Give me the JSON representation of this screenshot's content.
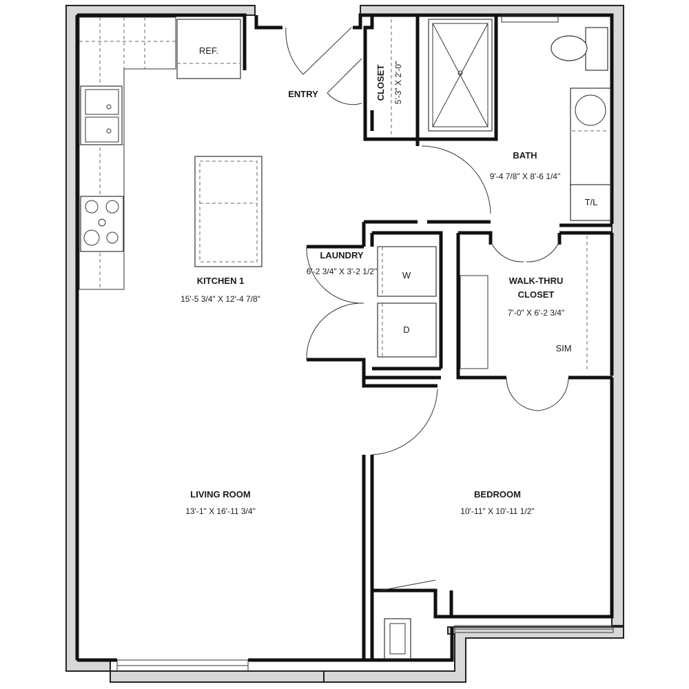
{
  "rooms": {
    "kitchen": {
      "name": "KITCHEN 1",
      "dims": "15'-5 3/4\" X 12'-4 7/8\""
    },
    "living": {
      "name": "LIVING ROOM",
      "dims": "13'-1\" X 16'-11 3/4\""
    },
    "bedroom": {
      "name": "BEDROOM",
      "dims": "10'-11\" X 10'-11 1/2\""
    },
    "bath": {
      "name": "BATH",
      "dims": "9'-4 7/8\" X 8'-6 1/4\""
    },
    "laundry": {
      "name": "LAUNDRY",
      "dims": "6'-2 3/4\" X 3'-2 1/2\""
    },
    "walkthru": {
      "name_line1": "WALK-THRU",
      "name_line2": "CLOSET",
      "dims": "7'-0\" X 6'-2 3/4\""
    },
    "closet": {
      "name": "CLOSET",
      "dims": "5'-3\" X 2'-0\""
    },
    "entry": {
      "name": "ENTRY"
    }
  },
  "fixtures": {
    "refrigerator": "REF.",
    "washer": "W",
    "dryer": "D",
    "towel_linen": "T/L",
    "sim": "SIM"
  }
}
